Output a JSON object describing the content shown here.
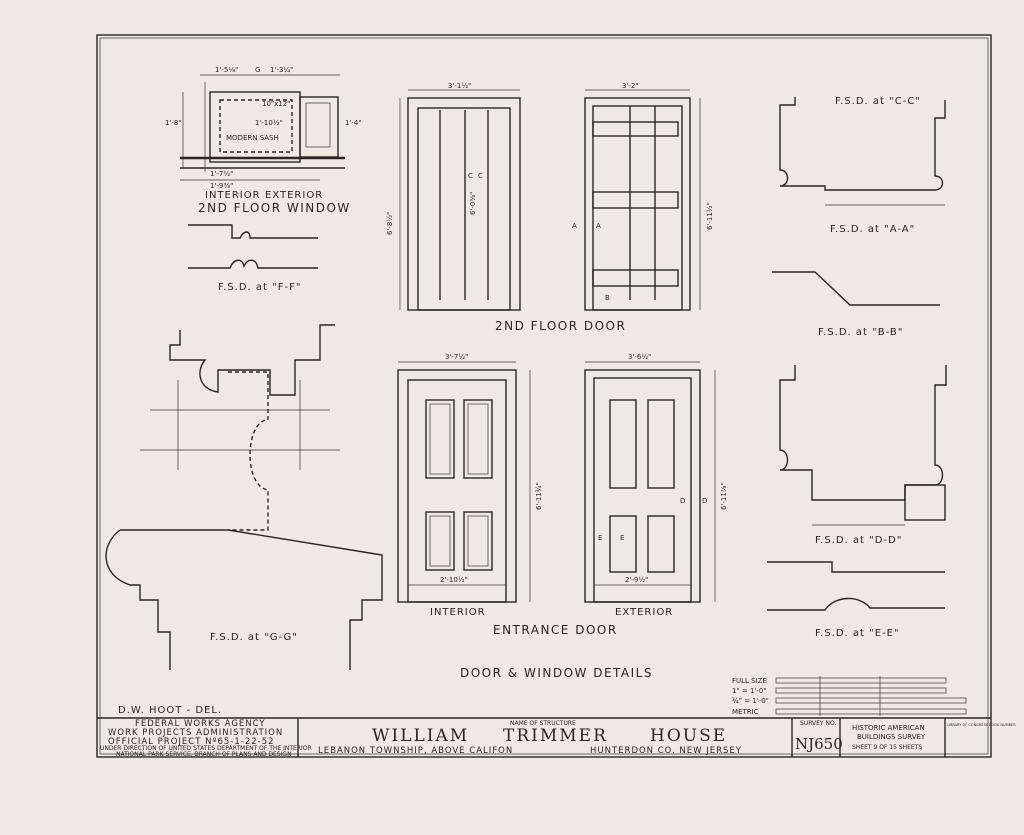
{
  "sheet_title": "DOOR & WINDOW DETAILS",
  "delineator": "D.W. HOOT - DEL.",
  "window": {
    "title": "2ND FLOOR WINDOW",
    "interior": "INTERIOR",
    "exterior": "EXTERIOR",
    "sash": "MODERN SASH",
    "glass": "10\"x12\"",
    "dims": [
      "1'-5⅛\"",
      "1'-3¼\"",
      "1'-7½\"",
      "1'-9⅜\"",
      "1'-10½\"",
      "1'-8\"",
      "1'-4\""
    ],
    "section_letter": "G"
  },
  "sections": {
    "ff": "F.S.D. at \"F-F\"",
    "cc": "F.S.D. at \"C-C\"",
    "aa": "F.S.D. at \"A-A\"",
    "bb": "F.S.D. at \"B-B\"",
    "dd": "F.S.D. at \"D-D\"",
    "ee": "F.S.D. at \"E-E\"",
    "gg": "F.S.D. at \"G-G\""
  },
  "upper_doors": {
    "title": "2ND FLOOR DOOR",
    "left_width": "3'-1½\"",
    "right_width": "3'-2\"",
    "left_height": "6'-8½\"",
    "right_height": "6'-11½\"",
    "inner_height": "6'-0⅜\"",
    "marks": [
      "C",
      "C",
      "A",
      "A",
      "B"
    ]
  },
  "entrance_doors": {
    "title": "ENTRANCE DOOR",
    "interior": "INTERIOR",
    "exterior": "EXTERIOR",
    "left_width": "3'-7½\"",
    "right_width": "3'-6½\"",
    "left_height": "6'-11¾\"",
    "right_height": "6'-11⅞\"",
    "bottom_left": "2'-10½\"",
    "bottom_right": "2'-9½\"",
    "marks": [
      "D",
      "D",
      "E",
      "E"
    ]
  },
  "scales": [
    "FULL SIZE",
    "1\" = 1'-0\"",
    "¾\" = 1'-0\"",
    "METRIC"
  ],
  "title_block": {
    "agency_lines": [
      "FEDERAL WORKS AGENCY",
      "WORK PROJECTS ADMINISTRATION",
      "OFFICIAL PROJECT Nº65-1-22-52",
      "UNDER DIRECTION OF UNITED STATES DEPARTMENT OF THE INTERIOR",
      "NATIONAL PARK SERVICE, BRANCH OF PLANS AND DESIGN"
    ],
    "name_caption": "NAME OF STRUCTURE",
    "name_words": [
      "WILLIAM",
      "TRIMMER",
      "HOUSE"
    ],
    "location_left": "LEBANON TOWNSHIP, ABOVE CALIFON",
    "location_right": "HUNTERDON CO. NEW JERSEY",
    "survey_caption": "SURVEY NO.",
    "survey_no": "NJ650",
    "habs_lines": [
      "HISTORIC AMERICAN",
      "BUILDINGS SURVEY"
    ],
    "sheet": "SHEET 9 OF 15 SHEETS",
    "library": "LIBRARY OF CONGRESS BOOK NUMBER"
  }
}
